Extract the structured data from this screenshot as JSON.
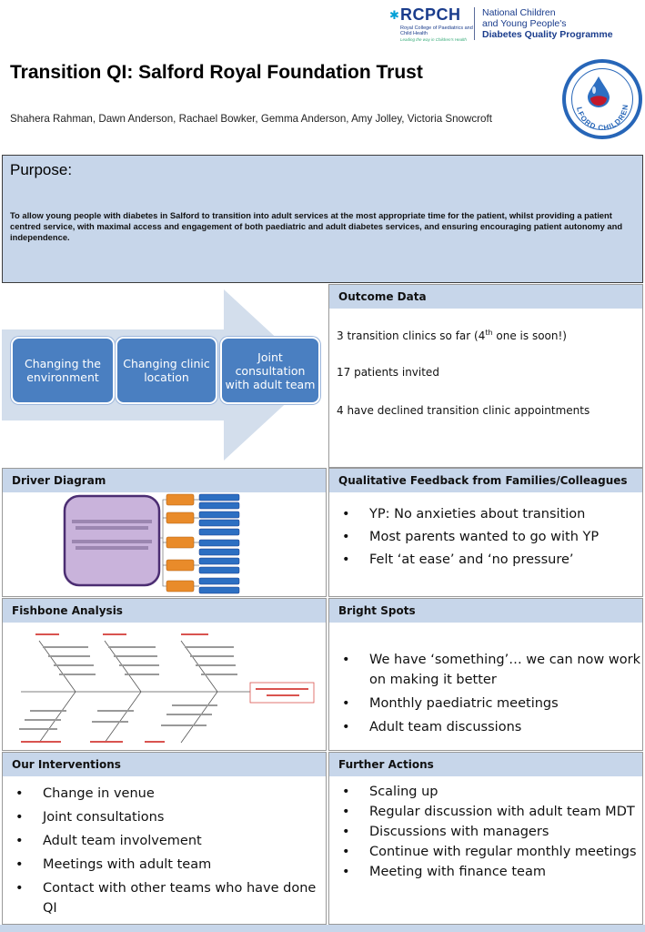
{
  "header": {
    "rcpch": {
      "name": "RCPCH",
      "subtitle": "Royal College of Paediatrics and Child Health",
      "tagline": "Leading the way in Children's Health"
    },
    "ndqp": {
      "line1": "National Children",
      "line2": "and Young People's",
      "line3": "Diabetes Quality Programme"
    },
    "title": "Transition QI: Salford Royal Foundation Trust",
    "authors": "Shahera Rahman, Dawn Anderson, Rachael Bowker, Gemma Anderson, Amy Jolley, Victoria Snowcroft",
    "seal_text": "SALFORD CHILDREN'S"
  },
  "purpose": {
    "heading": "Purpose:",
    "text": "To allow young people with diabetes in Salford to transition into adult services at the most appropriate time for the patient, whilst providing a patient centred service, with maximal access and engagement of both paediatric and adult diabetes services, and ensuring encouraging patient autonomy and independence."
  },
  "process": {
    "steps": [
      "Changing the environment",
      "Changing clinic location",
      "Joint consultation with adult team"
    ]
  },
  "outcome": {
    "heading": "Outcome Data",
    "line1_pre": "3 transition clinics so far (4",
    "line1_sup": "th",
    "line1_post": " one is soon!)",
    "line2": "17 patients invited",
    "line3": "4 have declined transition clinic appointments"
  },
  "driver": {
    "heading": "Driver Diagram"
  },
  "qualitative": {
    "heading": "Qualitative Feedback from Families/Colleagues",
    "items": [
      "YP: No anxieties about transition",
      "Most parents wanted to go with YP",
      "Felt ‘at ease’ and ‘no pressure’"
    ]
  },
  "fishbone": {
    "heading": "Fishbone Analysis"
  },
  "bright": {
    "heading": "Bright Spots",
    "items": [
      "We have ‘something’… we can now work on making it better",
      "Monthly paediatric meetings",
      "Adult team discussions"
    ]
  },
  "interventions": {
    "heading": "Our Interventions",
    "items": [
      "Change in venue",
      "Joint consultations",
      "Adult team involvement",
      "Meetings with adult team",
      "Contact with other teams who have done QI"
    ]
  },
  "further": {
    "heading": "Further Actions",
    "items": [
      "Scaling up",
      "Regular discussion with adult team MDT",
      "Discussions with managers",
      "Continue with regular monthly meetings",
      "Meeting with finance team"
    ]
  },
  "colors": {
    "accent_blue": "#4a7fc1",
    "panel_header": "#c7d6ea",
    "driver_orange": "#e98b2a",
    "driver_purple": "#c9b3db"
  }
}
